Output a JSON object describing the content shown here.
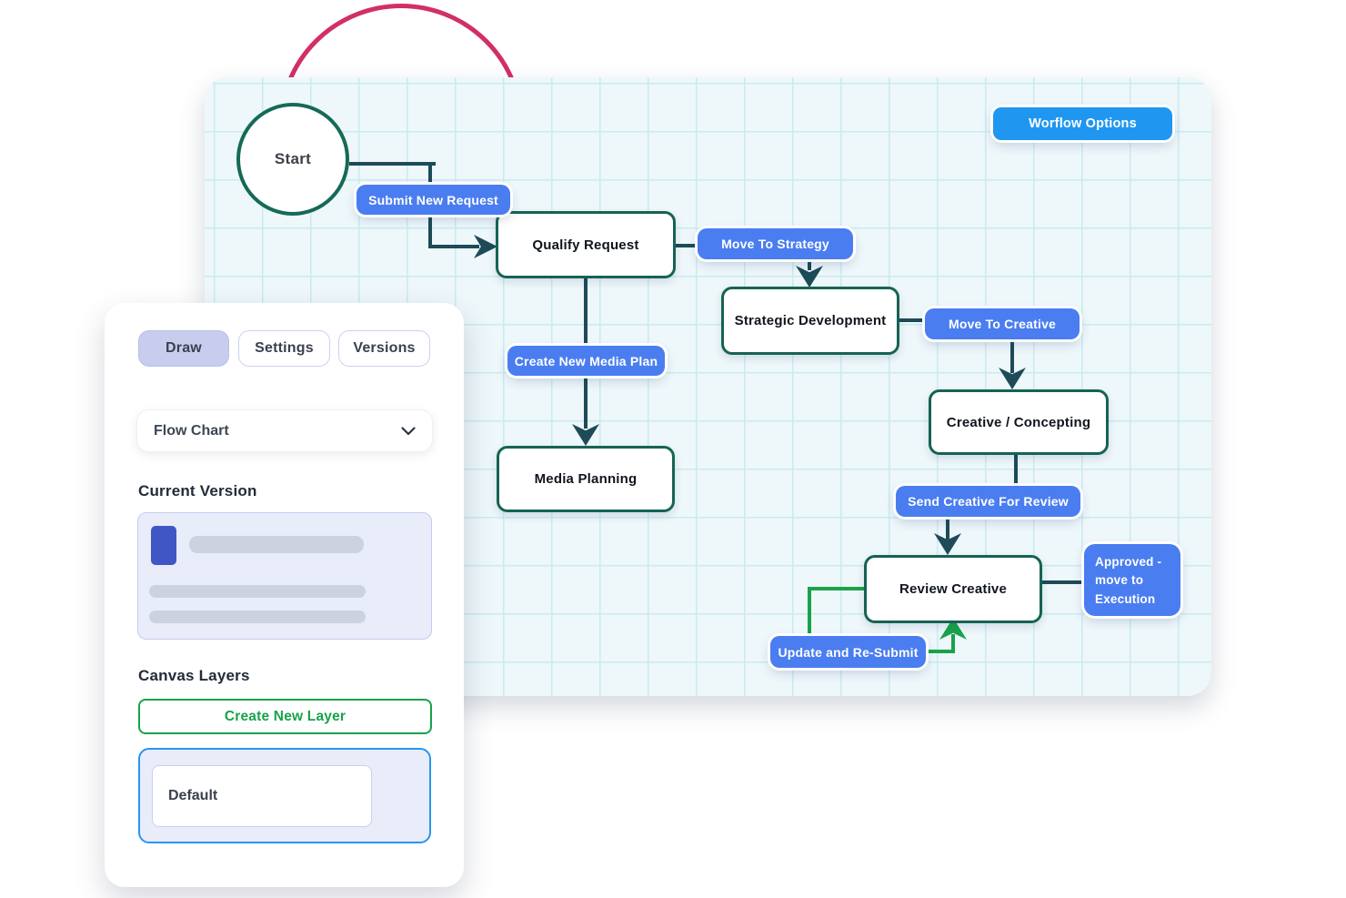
{
  "colors": {
    "pill_blue": "#4a7df0",
    "bright_blue": "#1f97f0",
    "connector_teal": "#1d4b57",
    "node_border_green": "#166353",
    "loop_green": "#18a34b",
    "accent_pink": "#d22f68",
    "grid_line": "#c9ebf2",
    "canvas_bg": "#eef7fa",
    "active_tab_bg": "#c8cdee"
  },
  "canvas": {
    "options_button_label": "Worflow Options",
    "nodes": {
      "start": "Start",
      "qualify": "Qualify Request",
      "strategic": "Strategic Development",
      "creative": "Creative / Concepting",
      "media": "Media Planning",
      "review": "Review Creative"
    },
    "actions": {
      "submit": "Submit New Request",
      "move_strategy": "Move To Strategy",
      "move_creative": "Move To Creative",
      "create_media_plan": "Create New Media Plan",
      "send_review": "Send Creative For Review",
      "approved": "Approved - move to Execution",
      "update_resubmit": "Update and Re-Submit"
    }
  },
  "panel": {
    "tabs": [
      {
        "label": "Draw",
        "active": true
      },
      {
        "label": "Settings",
        "active": false
      },
      {
        "label": "Versions",
        "active": false
      }
    ],
    "diagram_type": {
      "value": "Flow Chart"
    },
    "current_version_heading": "Current Version",
    "canvas_layers_heading": "Canvas Layers",
    "create_layer_label": "Create New Layer",
    "layers": [
      {
        "name": "Default"
      }
    ]
  }
}
